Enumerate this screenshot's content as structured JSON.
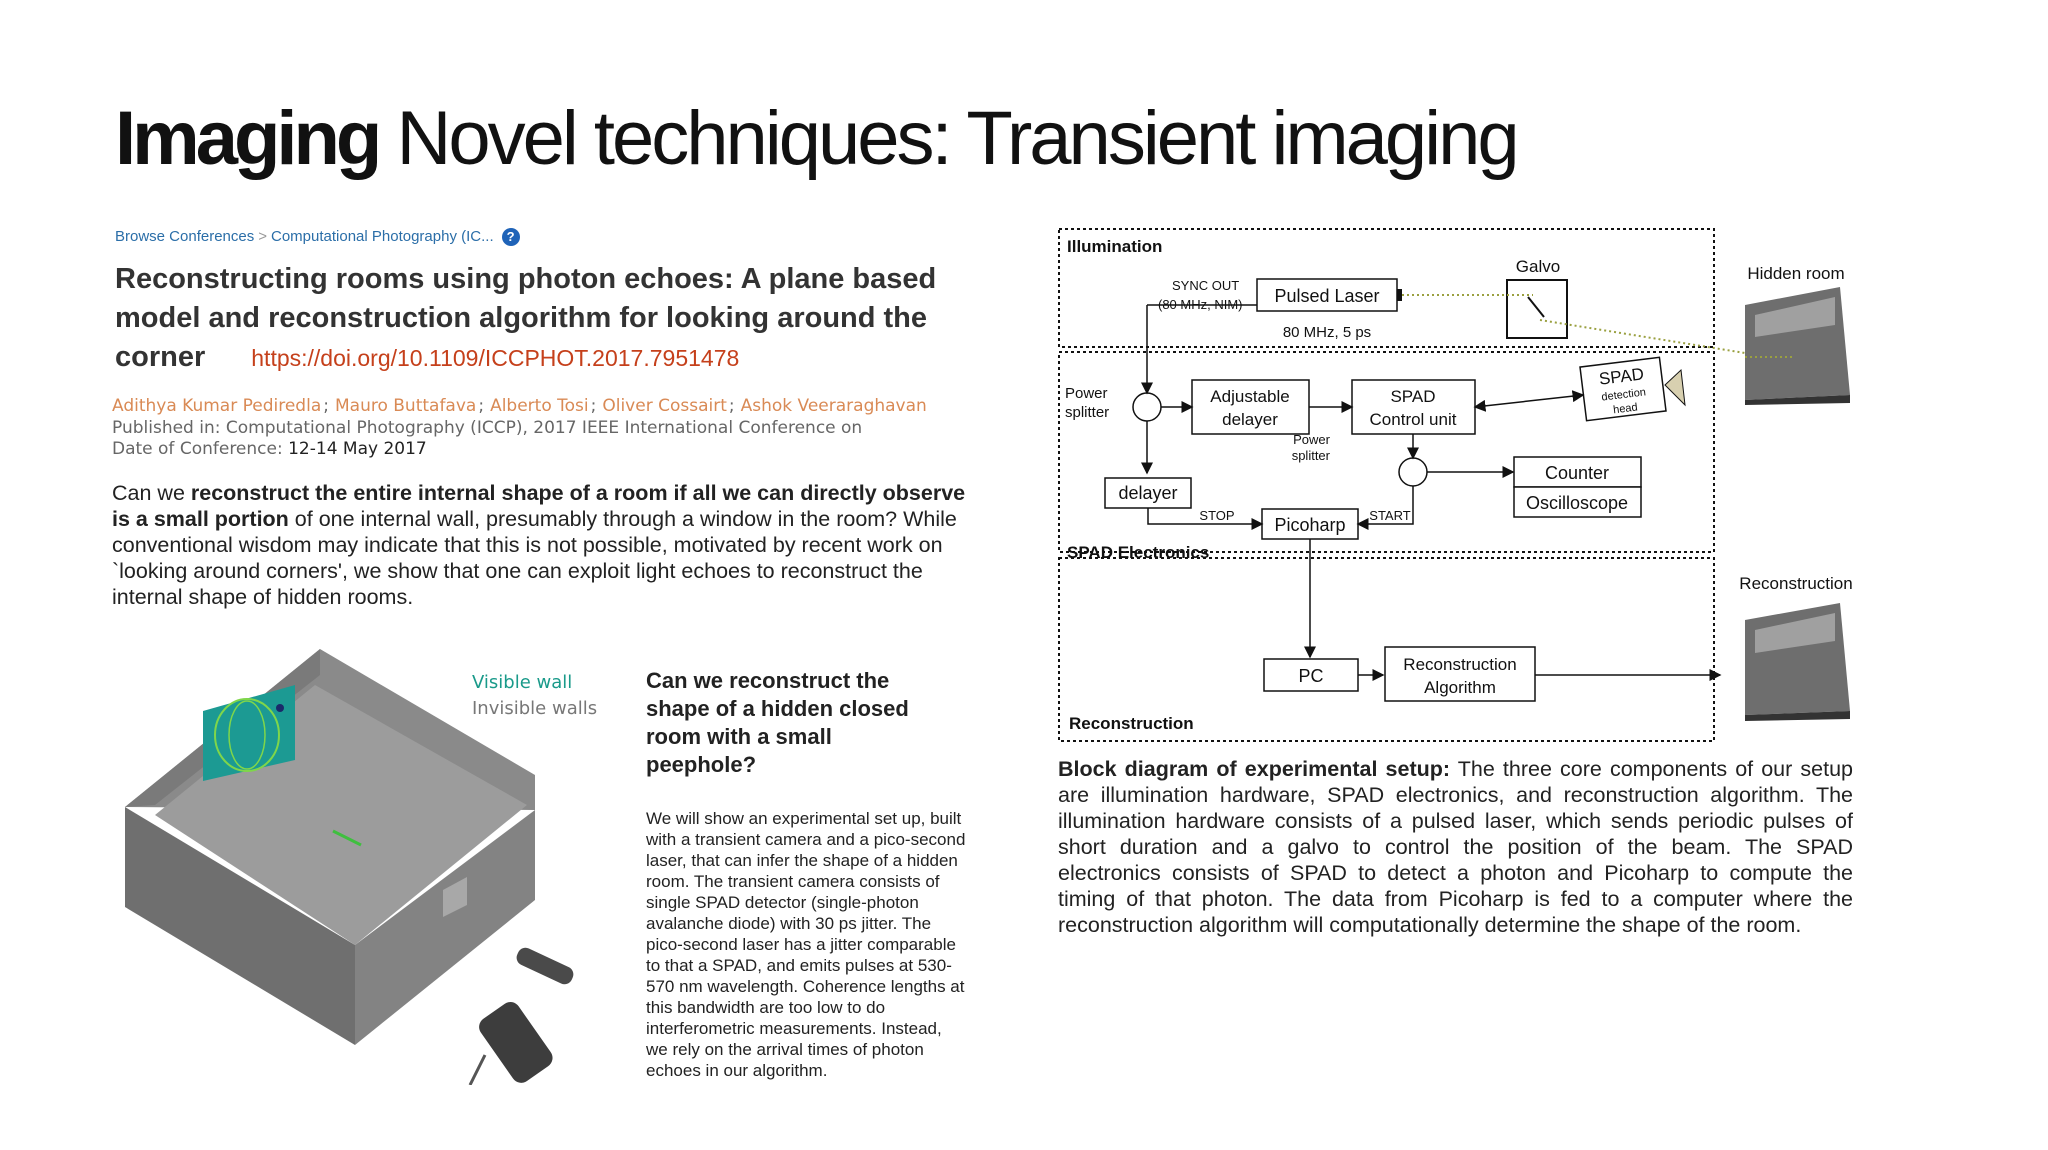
{
  "slide": {
    "title_bold": "Imaging",
    "title_rest": "Novel techniques: Transient imaging"
  },
  "breadcrumb": {
    "item1": "Browse Conferences",
    "separator": ">",
    "item2": "Computational Photography (IC...",
    "help": "?"
  },
  "paper": {
    "title": "Reconstructing rooms using photon echoes: A plane based model and reconstruction algorithm for looking around the corner",
    "doi": "https://doi.org/10.1109/ICCPHOT.2017.7951478",
    "authors": [
      "Adithya Kumar Pediredla",
      "Mauro Buttafava",
      "Alberto Tosi",
      "Oliver Cossairt",
      "Ashok Veeraraghavan"
    ],
    "author_separator": ";",
    "published_in": "Published in: Computational Photography (ICCP), 2017 IEEE International Conference on",
    "date_label": "Date of Conference:",
    "date_value": "12-14 May 2017"
  },
  "intro": {
    "p1": "Can we ",
    "b1": "reconstruct the entire internal shape of a room if all we can directly observe is a small portion",
    "p2": " of one internal wall, presumably through a window in the room? While conventional wisdom may indicate that this is not possible, motivated by recent work on `looking around corners', we show that one can exploit light echoes to reconstruct the internal shape of hidden rooms."
  },
  "figure_left": {
    "visible_wall": "Visible wall",
    "invisible_walls": "Invisible walls",
    "visible_color": "#1a9a8a",
    "invisible_color": "#777777"
  },
  "question": {
    "heading": "Can we reconstruct the shape of a hidden closed room with a small peephole?",
    "body": "We will show an experimental set up, built with a transient camera and a pico-second laser, that can infer the shape of a hidden room. The transient camera consists of single SPAD detector (single-photon avalanche diode) with 30 ps jitter. The pico-second laser has a jitter comparable to that a SPAD, and emits pulses at 530-570 nm wavelength. Coherence lengths at this bandwidth are too low to do interferometric measurements. Instead, we rely on the arrival times of photon echoes in our algorithm."
  },
  "diagram": {
    "illumination": "Illumination",
    "sync_out_1": "SYNC OUT",
    "sync_out_2": "(80 MHz, NIM)",
    "pulsed_laser": "Pulsed Laser",
    "laser_spec": "80 MHz, 5 ps",
    "galvo": "Galvo",
    "hidden_room": "Hidden room",
    "power_splitter_1": "Power",
    "power_splitter_2": "splitter",
    "adjustable_1": "Adjustable",
    "adjustable_2": "delayer",
    "spad_ctrl_1": "SPAD",
    "spad_ctrl_2": "Control unit",
    "spad_head_1": "SPAD",
    "spad_head_2": "detection",
    "spad_head_3": "head",
    "delayer": "delayer",
    "stop": "STOP",
    "start": "START",
    "picoharp": "Picoharp",
    "counter": "Counter",
    "oscilloscope": "Oscilloscope",
    "spad_electronics": "SPAD Electronics",
    "reconstruction_label": "Reconstruction",
    "pc": "PC",
    "recon_alg_1": "Reconstruction",
    "recon_alg_2": "Algorithm",
    "reconstruction_section": "Reconstruction"
  },
  "caption": {
    "bold": "Block diagram of experimental setup:",
    "text": " The three core components of our setup are illumination hardware, SPAD electronics, and reconstruction algorithm. The illumination hardware consists of a pulsed laser, which sends periodic pulses of short duration and a galvo to control the position of the beam. The SPAD electronics consists of SPAD to detect a photon and Picoharp to compute the timing of that photon. The data from Picoharp is fed to a computer where the reconstruction algorithm will computationally determine the shape of the room."
  }
}
